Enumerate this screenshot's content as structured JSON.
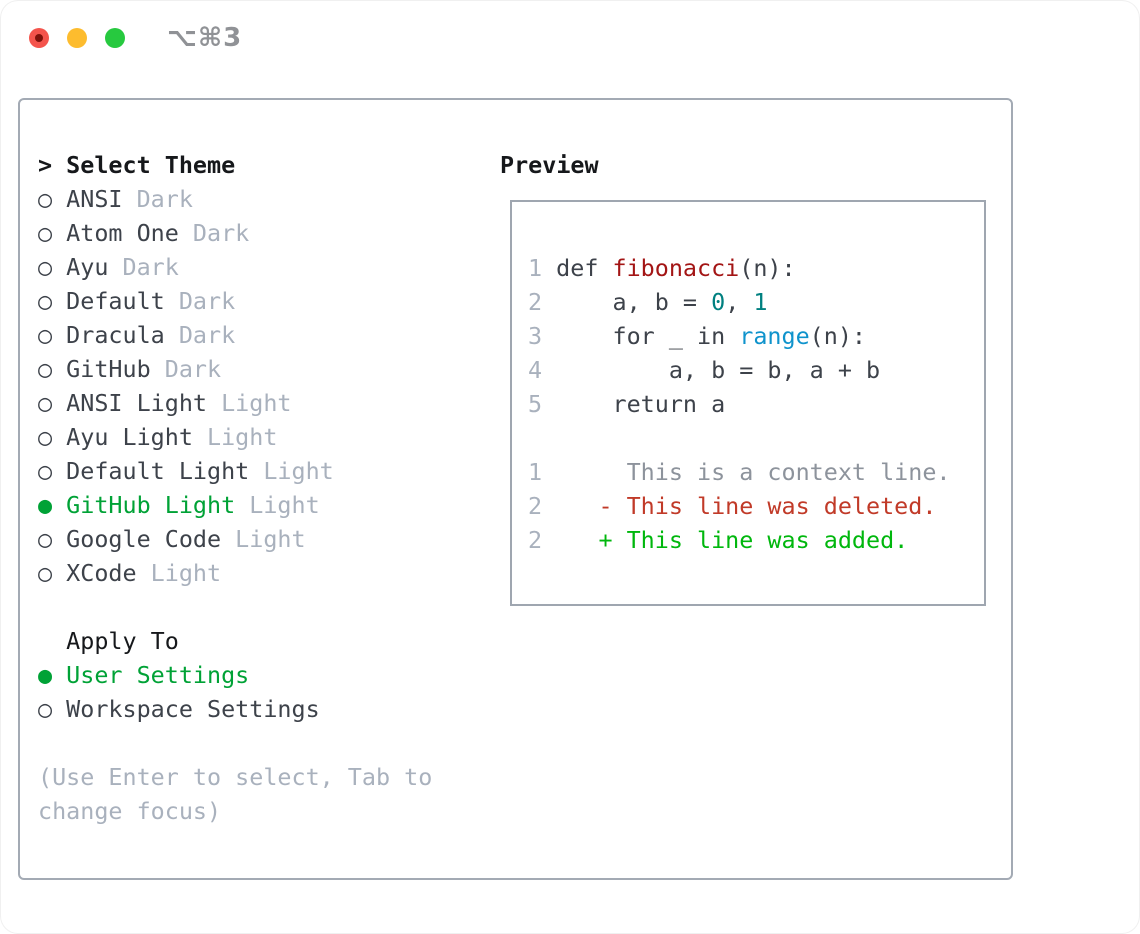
{
  "titlebar": {
    "shortcut": "⌥⌘3",
    "traffic_lights": [
      {
        "name": "close",
        "color": "#f4544c"
      },
      {
        "name": "minimize",
        "color": "#fdbc2e"
      },
      {
        "name": "zoom",
        "color": "#27c93f"
      }
    ]
  },
  "left_panel": {
    "cursor_prefix": "> ",
    "title": "Select Theme",
    "themes": [
      {
        "name": "ANSI",
        "variant": "Dark",
        "selected": false
      },
      {
        "name": "Atom One",
        "variant": "Dark",
        "selected": false
      },
      {
        "name": "Ayu",
        "variant": "Dark",
        "selected": false
      },
      {
        "name": "Default",
        "variant": "Dark",
        "selected": false
      },
      {
        "name": "Dracula",
        "variant": "Dark",
        "selected": false
      },
      {
        "name": "GitHub",
        "variant": "Dark",
        "selected": false
      },
      {
        "name": "ANSI Light",
        "variant": "Light",
        "selected": false
      },
      {
        "name": "Ayu Light",
        "variant": "Light",
        "selected": false
      },
      {
        "name": "Default Light",
        "variant": "Light",
        "selected": false
      },
      {
        "name": "GitHub Light",
        "variant": "Light",
        "selected": true
      },
      {
        "name": "Google Code",
        "variant": "Light",
        "selected": false
      },
      {
        "name": "XCode",
        "variant": "Light",
        "selected": false
      }
    ],
    "apply_to": {
      "title": "Apply To",
      "options": [
        {
          "name": "User Settings",
          "selected": true
        },
        {
          "name": "Workspace Settings",
          "selected": false
        }
      ]
    },
    "hint": "(Use Enter to select, Tab to change focus)"
  },
  "preview": {
    "title": "Preview",
    "code_lines": [
      [],
      [
        {
          "t": "1 ",
          "c": "num"
        },
        {
          "t": "def ",
          "c": "code"
        },
        {
          "t": "fibonacci",
          "c": "fn"
        },
        {
          "t": "(n):",
          "c": "code"
        }
      ],
      [
        {
          "t": "2",
          "c": "num"
        },
        {
          "t": "     a, b = ",
          "c": "code"
        },
        {
          "t": "0",
          "c": "numlit"
        },
        {
          "t": ", ",
          "c": "code"
        },
        {
          "t": "1",
          "c": "numlit"
        }
      ],
      [
        {
          "t": "3",
          "c": "num"
        },
        {
          "t": "     for _ in ",
          "c": "code"
        },
        {
          "t": "range",
          "c": "builtin"
        },
        {
          "t": "(n):",
          "c": "code"
        }
      ],
      [
        {
          "t": "4",
          "c": "num"
        },
        {
          "t": "         a, b = b, a + b",
          "c": "code"
        }
      ],
      [
        {
          "t": "5",
          "c": "num"
        },
        {
          "t": "     return a",
          "c": "code"
        }
      ],
      [],
      [
        {
          "t": "1",
          "c": "num"
        },
        {
          "t": "      This is a context line.",
          "c": "ctx"
        }
      ],
      [
        {
          "t": "2",
          "c": "num"
        },
        {
          "t": "    ",
          "c": "code"
        },
        {
          "t": "- This line was deleted.",
          "c": "del"
        }
      ],
      [
        {
          "t": "2",
          "c": "num"
        },
        {
          "t": "    ",
          "c": "code"
        },
        {
          "t": "+ This line was added.",
          "c": "add"
        }
      ]
    ]
  },
  "icons": {
    "radio_unselected": "○",
    "radio_selected": "●"
  },
  "colors": {
    "selected_green": "#00a236",
    "added_green": "#00b70d",
    "deleted_red": "#c13a28",
    "function_red": "#a31515",
    "number_teal": "#008080",
    "builtin_blue": "#0f93cc",
    "muted_gray": "#a9b1bd",
    "context_gray": "#8d939c",
    "text_dark": "#3d424a",
    "header_black": "#16181b",
    "panel_border": "#a3aab4"
  }
}
